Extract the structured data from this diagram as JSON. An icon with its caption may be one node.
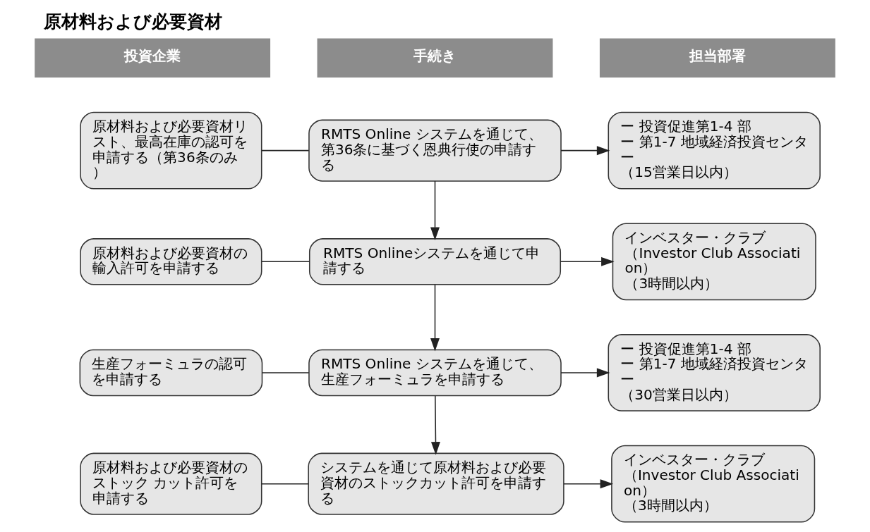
{
  "diagram": {
    "title": "原材料および必要資材",
    "nodes": [
      {
        "text": [
          "原材料および必要資材リスト、最高在庫の認可を申請する（第36条のみ）"
        ]
      },
      {
        "text": [
          "RMTS Online システムを通じて、第36条に基づく恩典行使の申請する"
        ]
      },
      {
        "text": [
          "ー 投資促進第1-4 部",
          "ー 第1-7 地域経済投資センター",
          "（15営業日以内）"
        ]
      },
      {
        "text": [
          "原材料および必要資材の輸入許可を申請する"
        ]
      },
      {
        "text": [
          "RMTS Onlineシステムを通じて申請する"
        ]
      },
      {
        "text": [
          "インベスター・クラブ",
          "（Investor Club Association）",
          "（3時間以内）"
        ]
      },
      {
        "text": [
          "生産フォーミュラの認可を申請する"
        ]
      },
      {
        "text": [
          "RMTS Online システムを通じて、生産フォーミュラを申請する"
        ]
      },
      {
        "text": [
          "ー 投資促進第1-4 部",
          "ー 第1-7 地域経済投資センター",
          "（30営業日以内）"
        ]
      },
      {
        "text": [
          "原材料および必要資材のストック カット許可を申請する"
        ]
      },
      {
        "text": [
          "システムを通じて原材料および必要資材のストックカット許可を申請する"
        ]
      },
      {
        "text": [
          "インベスター・クラブ",
          "（Investor Club Association）",
          "（3時間以内）"
        ]
      }
    ],
    "edges": [
      {
        "from": 0,
        "to": 1,
        "arrow": "none"
      },
      {
        "from": 1,
        "to": 2,
        "arrow": "to"
      },
      {
        "from": 1,
        "to": 4,
        "arrow": "to"
      },
      {
        "from": 3,
        "to": 4,
        "arrow": "none"
      },
      {
        "from": 4,
        "to": 5,
        "arrow": "to"
      },
      {
        "from": 4,
        "to": 7,
        "arrow": "to"
      },
      {
        "from": 6,
        "to": 7,
        "arrow": "none"
      },
      {
        "from": 7,
        "to": 8,
        "arrow": "to"
      },
      {
        "from": 7,
        "to": 10,
        "arrow": "to"
      },
      {
        "from": 9,
        "to": 10,
        "arrow": "none"
      },
      {
        "from": 10,
        "to": 11,
        "arrow": "to"
      }
    ],
    "labels": [
      "投資企業",
      "手続き",
      "担当部署"
    ]
  }
}
